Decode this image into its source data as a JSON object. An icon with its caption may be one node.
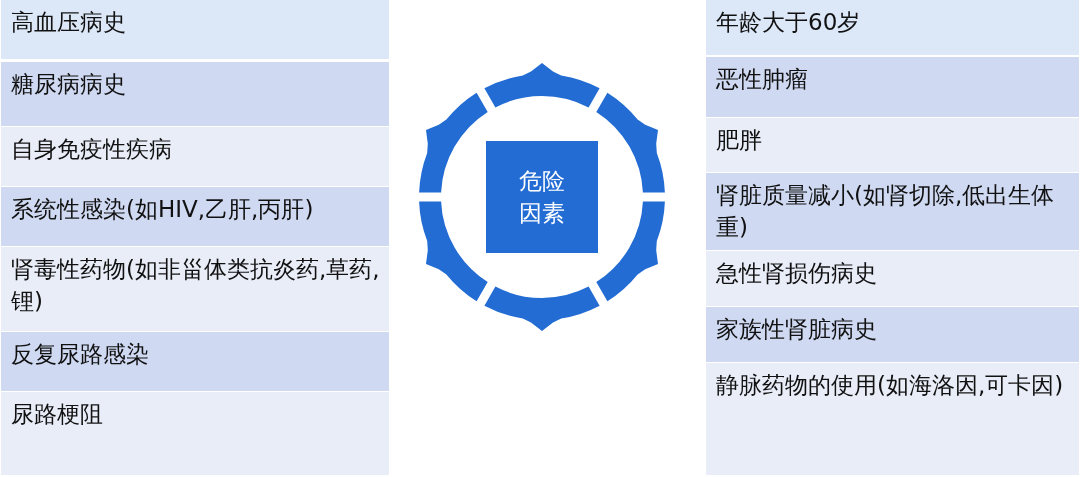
{
  "diagram": {
    "nodes": [
      {
        "text": [
          "高血压病史"
        ]
      },
      {
        "text": [
          "糖尿病病史"
        ]
      },
      {
        "text": [
          "自身免疫性疾病"
        ]
      },
      {
        "text": [
          "系统性感染(如HIV,乙肝,丙肝)"
        ]
      },
      {
        "text": [
          "肾毒性药物(如非甾体类抗炎药,草药,锂)"
        ]
      },
      {
        "text": [
          "反复尿路感染"
        ]
      },
      {
        "text": [
          "尿路梗阻"
        ]
      },
      {
        "text": [
          "危险因素"
        ]
      },
      {
        "text": [
          "年龄大于60岁"
        ]
      },
      {
        "text": [
          "恶性肿瘤"
        ]
      },
      {
        "text": [
          "肥胖"
        ]
      },
      {
        "text": [
          "肾脏质量减小(如肾切除,低出生体重)"
        ]
      },
      {
        "text": [
          "急性肾损伤病史"
        ]
      },
      {
        "text": [
          "家族性肾脏病史"
        ]
      },
      {
        "text": [
          "静脉药物的使用(如海洛因,可卡因)"
        ]
      }
    ],
    "edges": []
  }
}
